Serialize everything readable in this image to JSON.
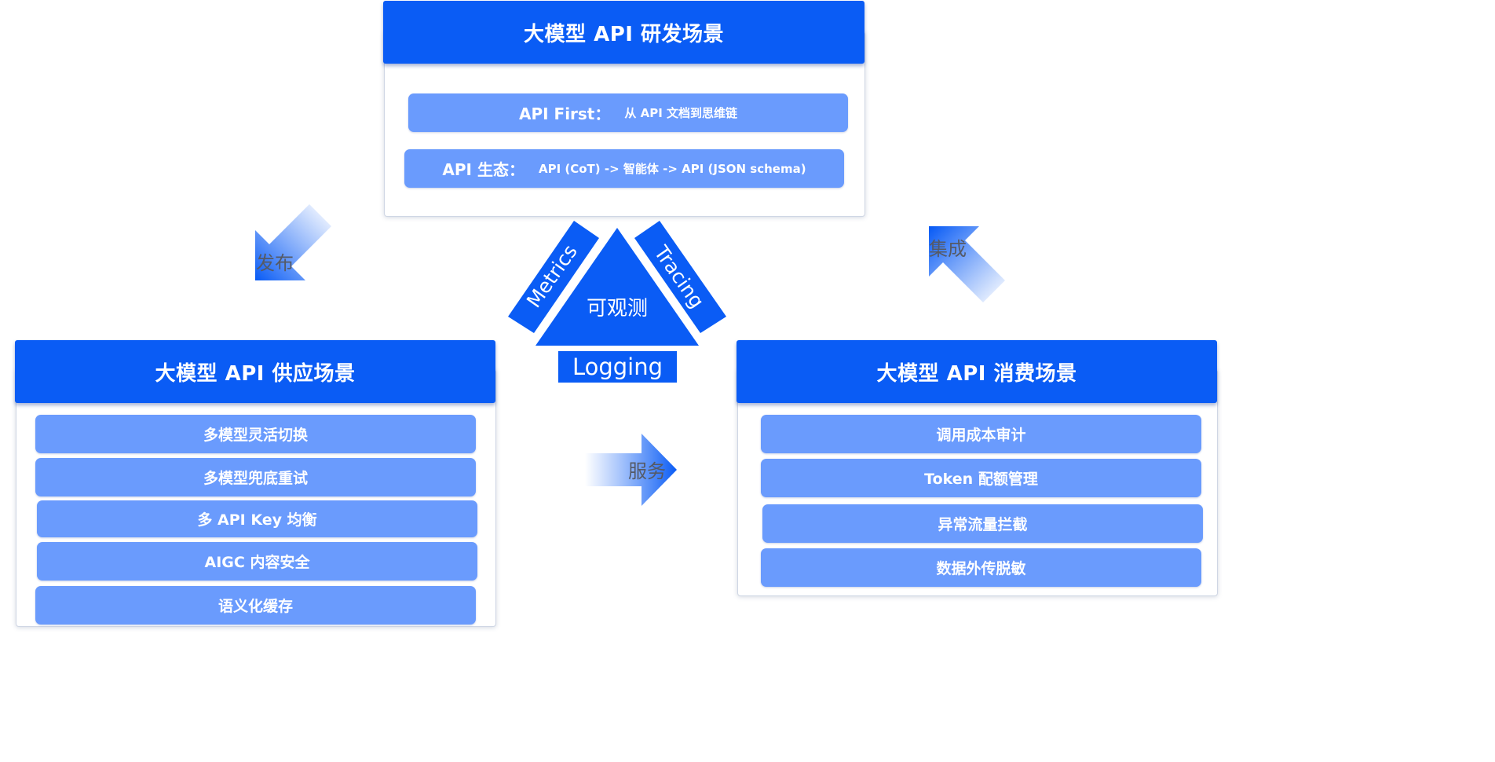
{
  "top_panel": {
    "title": "大模型 API 研发场景",
    "rows": [
      {
        "lead": "API First：",
        "detail": "从 API 文档到思维链"
      },
      {
        "lead": "API 生态：",
        "detail": "API (CoT) -> 智能体 -> API (JSON schema)"
      }
    ]
  },
  "left_panel": {
    "title": "大模型 API 供应场景",
    "items": [
      "多模型灵活切换",
      "多模型兜底重试",
      "多 API Key 均衡",
      "AIGC 内容安全",
      "语义化缓存"
    ]
  },
  "right_panel": {
    "title": "大模型 API 消费场景",
    "items": [
      "调用成本审计",
      "Token 配额管理",
      "异常流量拦截",
      "数据外传脱敏"
    ]
  },
  "flows": {
    "publish": "发布",
    "integrate": "集成",
    "serve": "服务"
  },
  "observability": {
    "center": "可观测",
    "metrics": "Metrics",
    "tracing": "Tracing",
    "logging": "Logging"
  },
  "colors": {
    "header_blue": "#0a5cf5",
    "pill_blue": "#6a9bfd",
    "flow_text": "#555a66"
  }
}
